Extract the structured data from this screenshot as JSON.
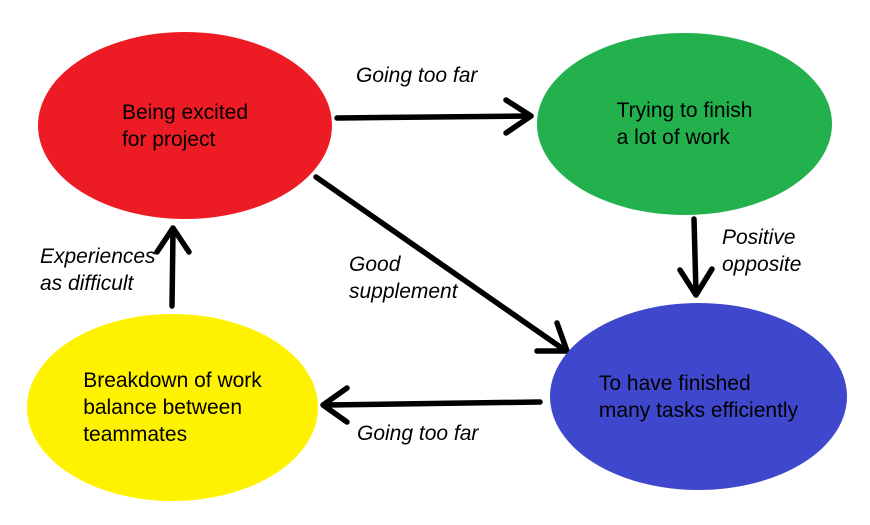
{
  "diagram": {
    "background_color": "#ffffff",
    "text_color": "#000000",
    "arrow_color": "#000000",
    "nodes": [
      {
        "id": "excited",
        "label": "Being excited\nfor project",
        "color": "#ed1c24"
      },
      {
        "id": "trying",
        "label": "Trying to finish\na lot of work",
        "color": "#22b14c"
      },
      {
        "id": "finished",
        "label": "To have finished\nmany tasks efficiently",
        "color": "#3f48cc"
      },
      {
        "id": "breakdown",
        "label": "Breakdown of work\nbalance between\nteammates",
        "color": "#fff200"
      }
    ],
    "edges": [
      {
        "from": "excited",
        "to": "trying",
        "label": "Going too far"
      },
      {
        "from": "trying",
        "to": "finished",
        "label": "Positive\nopposite"
      },
      {
        "from": "excited",
        "to": "finished",
        "label": "Good\nsupplement"
      },
      {
        "from": "finished",
        "to": "breakdown",
        "label": "Going too far"
      },
      {
        "from": "breakdown",
        "to": "excited",
        "label": "Experiences\nas difficult"
      }
    ]
  }
}
